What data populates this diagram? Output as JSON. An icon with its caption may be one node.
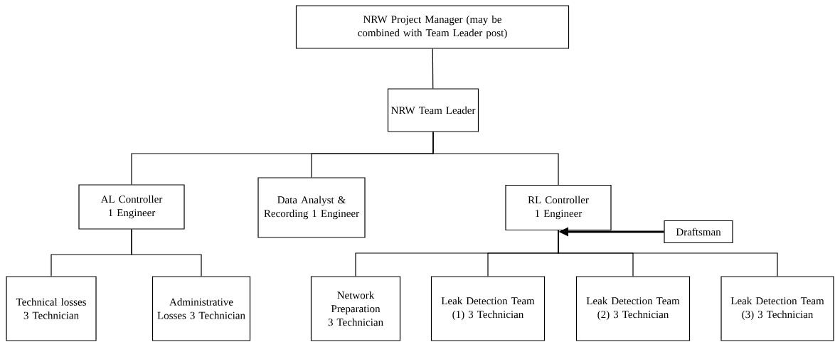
{
  "diagram": {
    "nodes": [
      {
        "text": [
          "NRW Project Manager (may be combined with Team Leader post)"
        ]
      },
      {
        "text": [
          "NRW Team Leader"
        ]
      },
      {
        "text": [
          "AL Controller 1 Engineer"
        ]
      },
      {
        "text": [
          "Data Analyst & Recording 1 Engineer"
        ]
      },
      {
        "text": [
          "RL Controller 1 Engineer"
        ]
      },
      {
        "text": [
          "Draftsman"
        ]
      },
      {
        "text": [
          "Technical losses 3 Technician"
        ]
      },
      {
        "text": [
          "Administrative Losses 3 Technician"
        ]
      },
      {
        "text": [
          "Network Preparation 3 Technician"
        ]
      },
      {
        "text": [
          "Leak Detection Team (1) 3 Technician"
        ]
      },
      {
        "text": [
          "Leak Detection Team (2) 3 Technician"
        ]
      },
      {
        "text": [
          "Leak Detection Team (3) 3 Technician"
        ]
      }
    ],
    "edges": [
      {
        "from": 0,
        "to": 1,
        "arrow": "none"
      },
      {
        "from": 1,
        "to": 2,
        "arrow": "none"
      },
      {
        "from": 1,
        "to": 3,
        "arrow": "none"
      },
      {
        "from": 1,
        "to": 4,
        "arrow": "none"
      },
      {
        "from": 2,
        "to": 6,
        "arrow": "none"
      },
      {
        "from": 2,
        "to": 7,
        "arrow": "none"
      },
      {
        "from": 5,
        "to": 4,
        "arrow": "to",
        "style": "thick"
      },
      {
        "from": 4,
        "to": 8,
        "arrow": "none"
      },
      {
        "from": 4,
        "to": 9,
        "arrow": "none"
      },
      {
        "from": 4,
        "to": 10,
        "arrow": "none"
      },
      {
        "from": 4,
        "to": 11,
        "arrow": "none"
      }
    ]
  }
}
